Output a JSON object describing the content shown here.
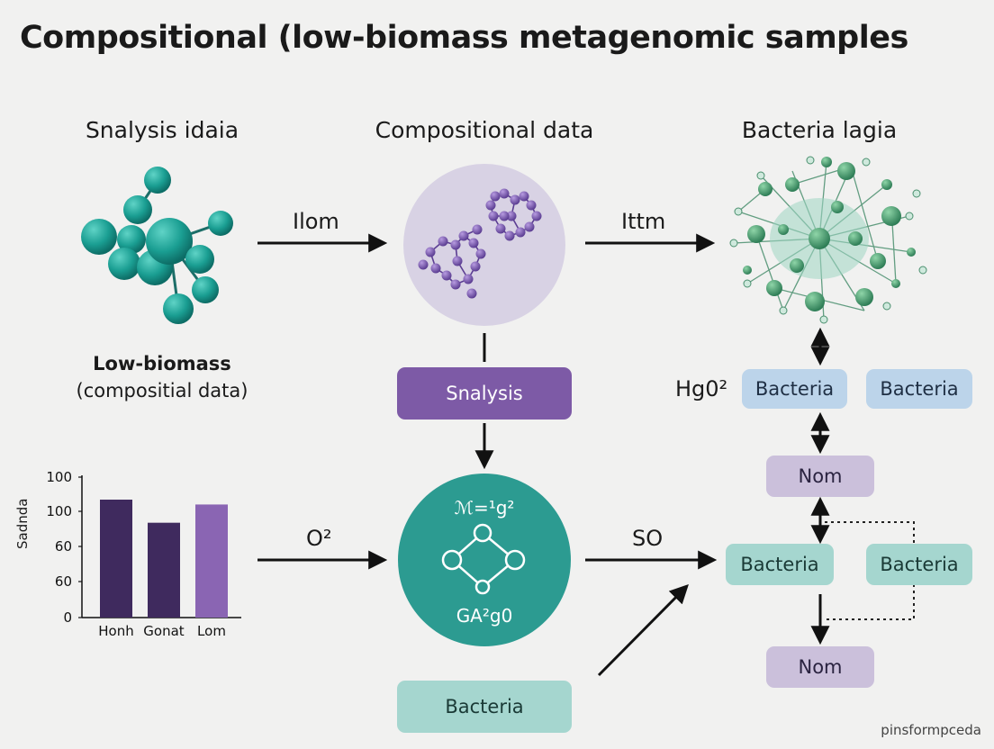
{
  "title": "Compositional  (low-biomass metagenomic samples",
  "columns": {
    "left": "Snalysis idaia",
    "center": "Compositional data",
    "right": "Bacteria lagia"
  },
  "left_caption": {
    "line1": "Low-biomass",
    "line2": "(compositial data)"
  },
  "arrows": {
    "top_left": "Ilom",
    "top_right": "Ittm",
    "mid_left": "O²",
    "mid_right": "SO"
  },
  "boxes": {
    "center_top": "Snalysis",
    "center_bottom": "Bacteria",
    "right_label": "Hg0²",
    "right_bact_1": "Bacteria",
    "right_bact_2": "Bacteria",
    "right_nom_1": "Nom",
    "right_bact_3": "Bacteria",
    "right_bact_4": "Bacteria",
    "right_nom_2": "Nom"
  },
  "formula": {
    "top": "ℳ=¹g²",
    "bottom": "GA²g0"
  },
  "chart_data": {
    "type": "bar",
    "categories": [
      "Honh",
      "Gonat",
      "Lom"
    ],
    "values": [
      97,
      78,
      93
    ],
    "ylabel": "Sadnda",
    "ytick_labels": [
      "100",
      "100",
      "60",
      "60",
      "0"
    ],
    "colors": [
      "#3f2a5e",
      "#3f2a5e",
      "#8a65b3"
    ]
  },
  "footer": "pinsformpceda",
  "colors": {
    "teal": "#1e9a90",
    "purple": "#7d5aa6",
    "green_molecule": "#3f9a6a"
  }
}
